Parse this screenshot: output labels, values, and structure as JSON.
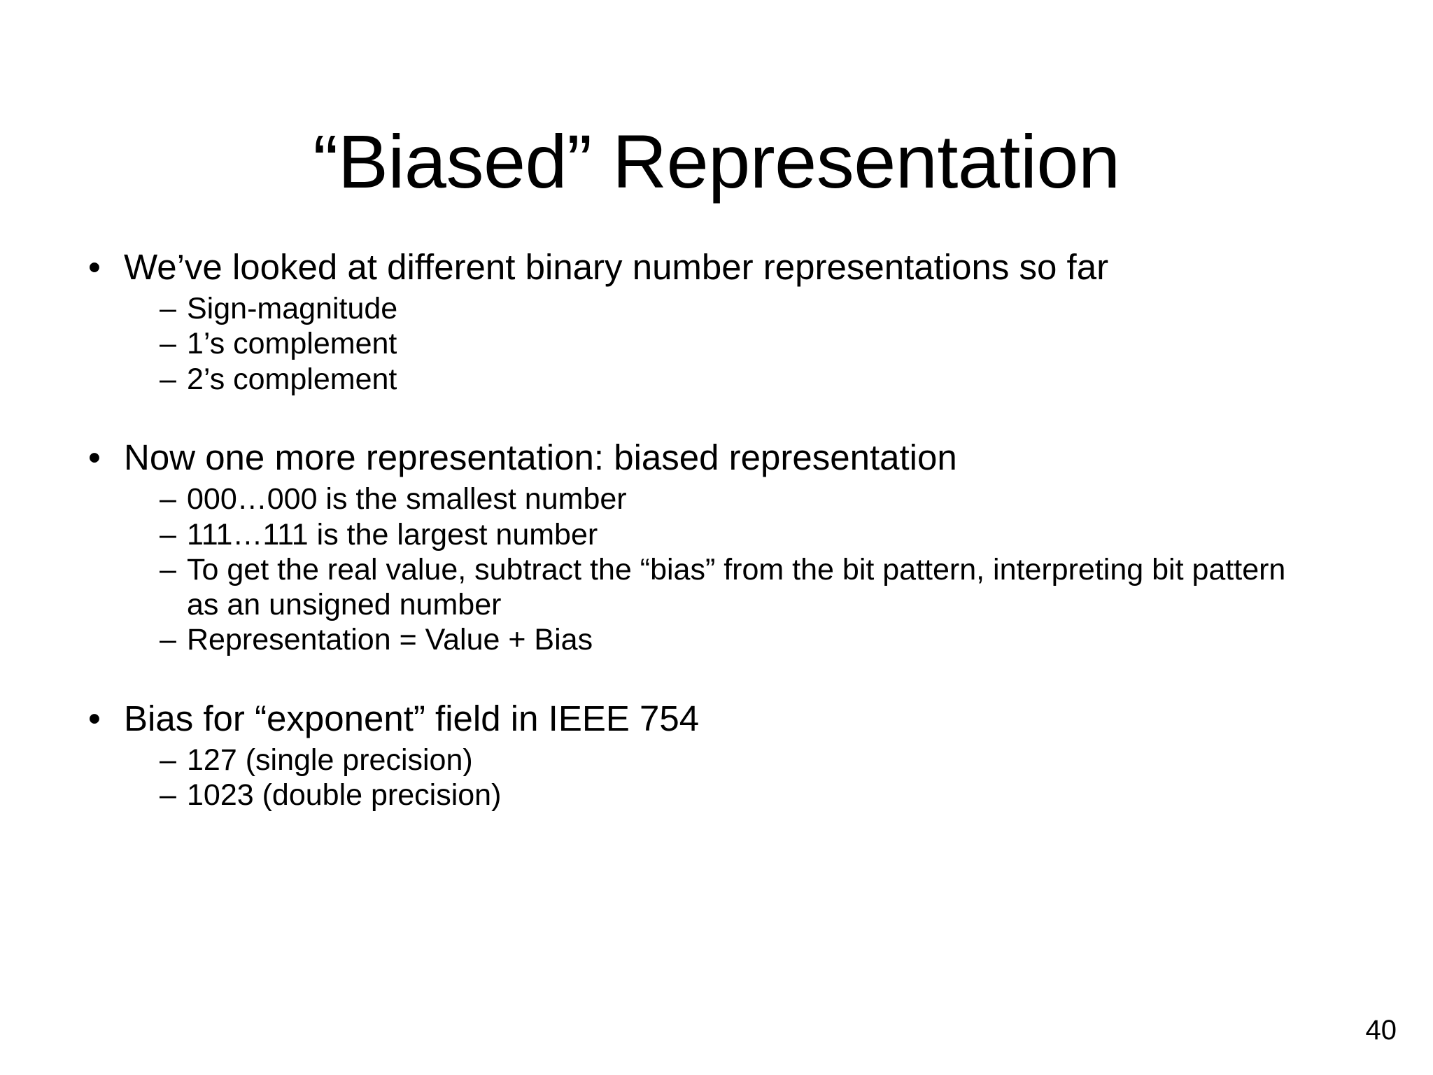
{
  "slide": {
    "title": "“Biased” Representation",
    "page_number": "40",
    "background_color": "#ffffff",
    "text_color": "#000000",
    "bullet_marker": "•",
    "sub_bullet_marker": "–",
    "groups": [
      {
        "id": "group-representations",
        "heading": "We’ve looked at different binary number representations so far",
        "items": [
          "Sign-magnitude",
          "1’s complement",
          "2’s complement"
        ]
      },
      {
        "id": "group-biased",
        "heading": "Now one more representation: biased representation",
        "items": [
          "000…000 is the smallest number",
          "111…111 is the largest number",
          "To get the real value, subtract the “bias” from the bit pattern, interpreting bit pattern as an unsigned number",
          "Representation = Value + Bias"
        ]
      },
      {
        "id": "group-ieee754",
        "heading": "Bias for “exponent” field in IEEE 754",
        "items": [
          "127 (single precision)",
          "1023 (double precision)"
        ]
      }
    ]
  }
}
